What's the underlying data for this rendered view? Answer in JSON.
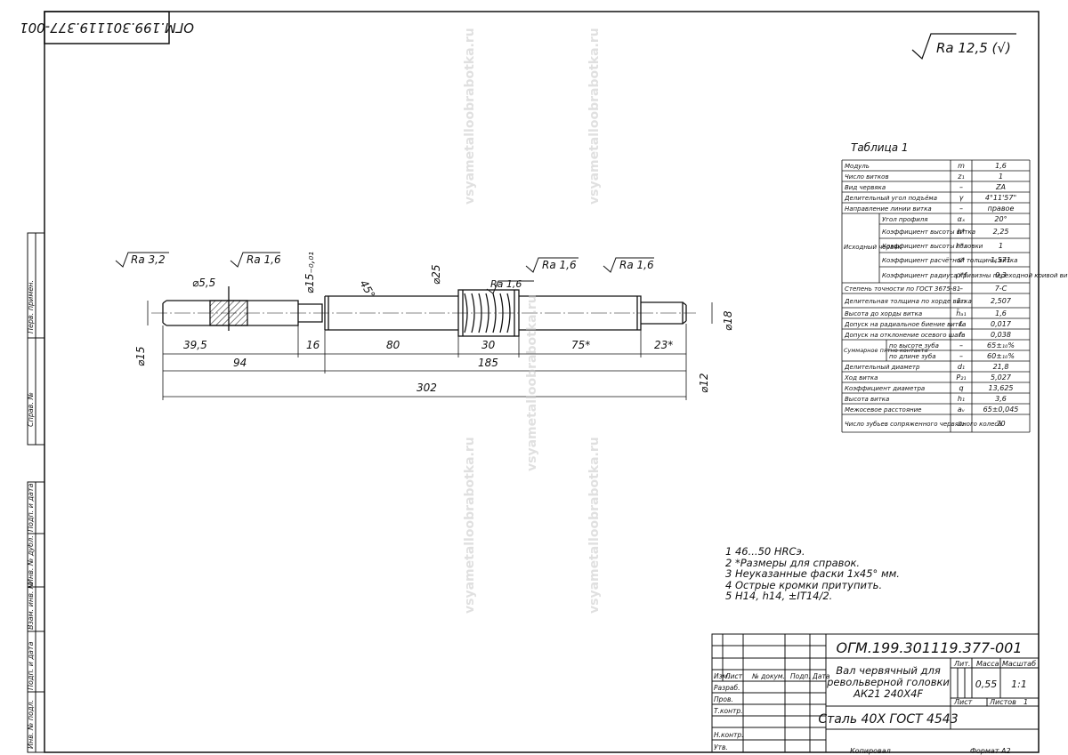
{
  "doc_code_rotated": "ОГМ.199.301119.377-001",
  "roughness_general": "Ra 12,5 (√)",
  "table_title": "Таблица 1",
  "param_table": [
    {
      "name": "Модуль",
      "sym": "m",
      "val": "1,6"
    },
    {
      "name": "Число витков",
      "sym": "z₁",
      "val": "1"
    },
    {
      "name": "Вид червяка",
      "sym": "–",
      "val": "ZA"
    },
    {
      "name": "Делительный угол подъёма",
      "sym": "γ",
      "val": "4°11'57\""
    },
    {
      "name": "Направление линии витка",
      "sym": "–",
      "val": "правое"
    },
    {
      "name": "Угол профиля",
      "sym": "αₓ",
      "val": "20°"
    },
    {
      "name": "Коэффициент высоты витка",
      "sym": "h*",
      "val": "2,25"
    },
    {
      "name": "Коэффициент высоты головки",
      "sym": "h*ₐ",
      "val": "1"
    },
    {
      "name": "Коэффициент расчётной толщины витка",
      "sym": "s*",
      "val": "1,571"
    },
    {
      "name": "Коэффициент радиуса кривизны переходной кривой витка",
      "sym": "ρ*f",
      "val": "0,3"
    },
    {
      "name": "Степень точности по ГОСТ 3675-81",
      "sym": "–",
      "val": "7-С"
    },
    {
      "name": "Делительная толщина по хорде витка",
      "sym": "s̄ₐ₁",
      "val": "2,507"
    },
    {
      "name": "Высота до хорды витка",
      "sym": "h̄ₐ₁",
      "val": "1,6"
    },
    {
      "name": "Допуск на радиальное биение витка",
      "sym": "fᵣ",
      "val": "0,017"
    },
    {
      "name": "Допуск на отклонение осевого шага",
      "sym": "fₜ",
      "val": "0,038"
    },
    {
      "name": "по высоте зуба",
      "sym": "–",
      "val": "65±₁₀%"
    },
    {
      "name": "по длине зуба",
      "sym": "–",
      "val": "60±₁₀%"
    },
    {
      "name": "Делительный диаметр",
      "sym": "d₁",
      "val": "21,8"
    },
    {
      "name": "Ход витка",
      "sym": "P₂₁",
      "val": "5,027"
    },
    {
      "name": "Коэффициент диаметра",
      "sym": "q",
      "val": "13,625"
    },
    {
      "name": "Высота витка",
      "sym": "h₁",
      "val": "3,6"
    },
    {
      "name": "Межосевое расстояние",
      "sym": "aᵥ",
      "val": "65±0,045"
    },
    {
      "name": "Число зубьев сопряженного червячного колеса",
      "sym": "z₂",
      "val": "70"
    }
  ],
  "table_group_labels": {
    "group1": "Исходный червяк",
    "group2": "Суммарное пятно контакта"
  },
  "drawing_labels": {
    "ra_32": "Ra 3,2",
    "ra_16a": "Ra 1,6",
    "ra_16b": "Ra 1,6",
    "ra_16c": "Ra 1,6",
    "ra_16d": "Ra 1,6",
    "d55": "⌀5,5",
    "d15a": "⌀15",
    "d15b": "⌀15₋₀,₀₁",
    "d25": "⌀25",
    "d12": "⌀12",
    "d18": "⌀18",
    "angle": "45°",
    "dim_395": "39,5",
    "dim_16": "16",
    "dim_80": "80",
    "dim_30": "30",
    "dim_75": "75*",
    "dim_23": "23*",
    "dim_94": "94",
    "dim_185": "185",
    "dim_302": "302"
  },
  "notes": [
    "1  46...50 HRCэ.",
    "2  *Размеры для справок.",
    "3  Неуказанные фаски 1х45° мм.",
    "4  Острые кромки притупить.",
    "5  H14, h14, ±IT14/2."
  ],
  "title_block": {
    "designation": "ОГМ.199.301119.377-001",
    "name_line1": "Вал червячный для",
    "name_line2": "револьверной головки",
    "name_line3": "АК21 240Х4F",
    "material": "Сталь 40Х ГОСТ 4543",
    "lit_label": "Лит.",
    "mass_label": "Масса",
    "scale_label": "Масштаб",
    "mass": "0,55",
    "scale": "1:1",
    "sheet_label": "Лист",
    "sheets_label": "Листов",
    "sheets": "1",
    "rows": [
      "Изм.",
      "Лист",
      "№ докум.",
      "Подп.",
      "Дата"
    ],
    "roles": [
      "Разраб.",
      "Пров.",
      "Т.контр.",
      "Н.контр.",
      "Утв."
    ],
    "copied": "Копировал",
    "format": "Формат   А2"
  },
  "left_strip": [
    "Перв. примен.",
    "Справ. №",
    "Подп. и дата",
    "Инв. № дубл.",
    "Взам. инв. №",
    "Подп. и дата",
    "Инв. № подл."
  ],
  "watermark": "vsyametalloobrabotka.ru"
}
